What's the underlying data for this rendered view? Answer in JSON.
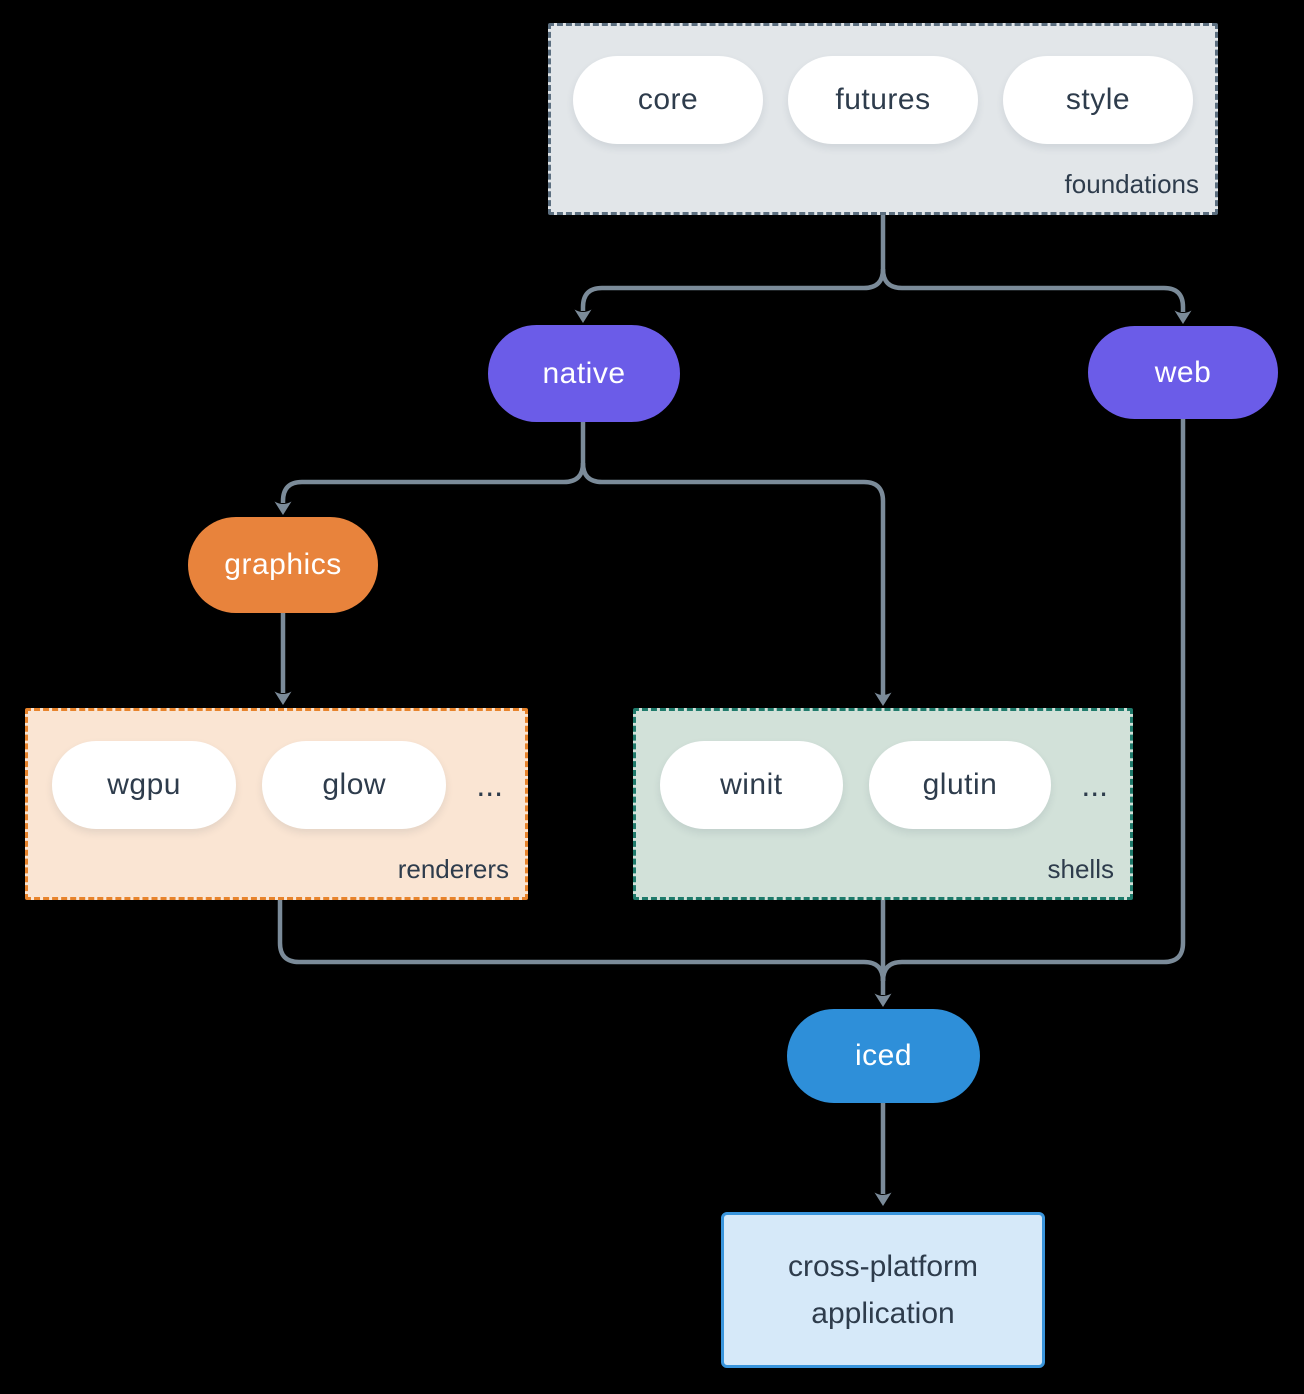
{
  "colors": {
    "background": "#000000",
    "arrow": "#7b8b99",
    "text_dark": "#2e3c4c",
    "text_light": "#ffffff",
    "pill_white": "#ffffff",
    "purple": "#6b5ce8",
    "orange": "#e8833c",
    "blue": "#2e8fd9",
    "foundations_fill": "#e2e6e9",
    "foundations_border": "#5c6f80",
    "renderers_fill": "#fae5d3",
    "renderers_border": "#e7832b",
    "shells_fill": "#d2e1d9",
    "shells_border": "#1f7a6b",
    "app_fill": "#d6e9f9",
    "app_border": "#3a95dc"
  },
  "groups": {
    "foundations": {
      "label": "foundations",
      "pills": [
        "core",
        "futures",
        "style"
      ]
    },
    "renderers": {
      "label": "renderers",
      "pills": [
        "wgpu",
        "glow"
      ],
      "ellipsis": "..."
    },
    "shells": {
      "label": "shells",
      "pills": [
        "winit",
        "glutin"
      ],
      "ellipsis": "..."
    }
  },
  "nodes": {
    "native": "native",
    "web": "web",
    "graphics": "graphics",
    "iced": "iced",
    "application": "cross-platform application"
  }
}
